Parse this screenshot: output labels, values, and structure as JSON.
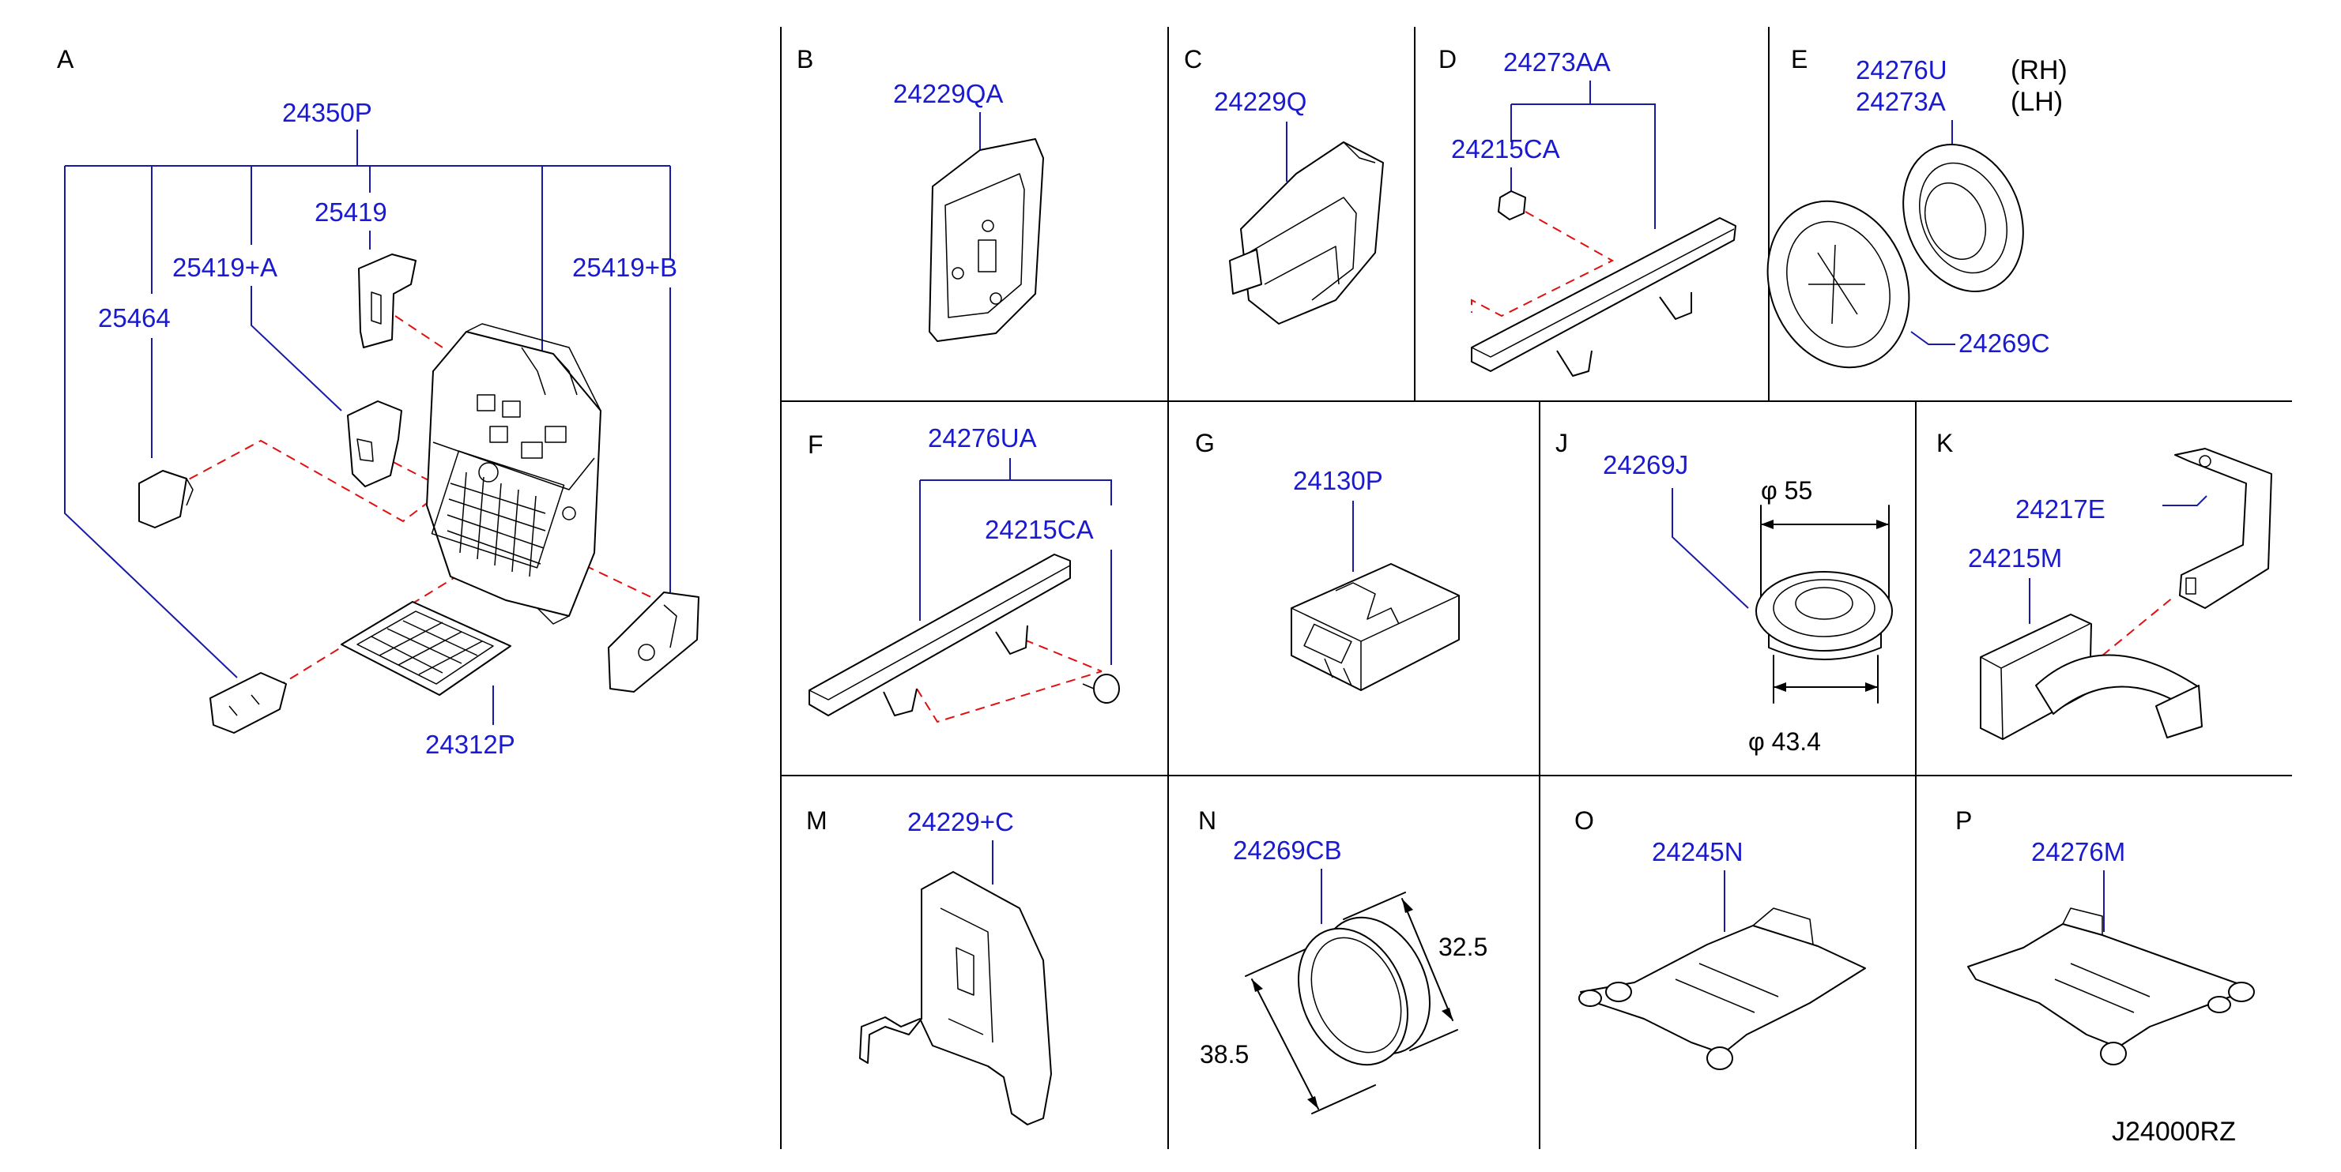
{
  "colors": {
    "part_number": "#1a1ad0",
    "leader": "#1a1aa8",
    "dashed_line": "#e01010",
    "outline": "#000000"
  },
  "sections": {
    "A": {
      "letter": "A",
      "parts": [
        "24350P",
        "25419",
        "25419+A",
        "25464",
        "25419+B",
        "24312P"
      ]
    },
    "B": {
      "letter": "B",
      "parts": [
        "24229QA"
      ]
    },
    "C": {
      "letter": "C",
      "parts": [
        "24229Q"
      ]
    },
    "D": {
      "letter": "D",
      "parts": [
        "24273AA",
        "24215CA"
      ]
    },
    "E": {
      "letter": "E",
      "parts": [
        "24276U",
        "24273A",
        "24269C"
      ],
      "notes": [
        "(RH)",
        "(LH)"
      ]
    },
    "F": {
      "letter": "F",
      "parts": [
        "24276UA",
        "24215CA"
      ]
    },
    "G": {
      "letter": "G",
      "parts": [
        "24130P"
      ]
    },
    "J": {
      "letter": "J",
      "parts": [
        "24269J"
      ],
      "dims": [
        "φ  55",
        "φ  43.4"
      ]
    },
    "K": {
      "letter": "K",
      "parts": [
        "24217E",
        "24215M"
      ]
    },
    "M": {
      "letter": "M",
      "parts": [
        "24229+C"
      ]
    },
    "N": {
      "letter": "N",
      "parts": [
        "24269CB"
      ],
      "dims": [
        "32.5",
        "38.5"
      ]
    },
    "O": {
      "letter": "O",
      "parts": [
        "24245N"
      ]
    },
    "P": {
      "letter": "P",
      "parts": [
        "24276M"
      ]
    }
  },
  "diagram_ref": "J24000RZ"
}
